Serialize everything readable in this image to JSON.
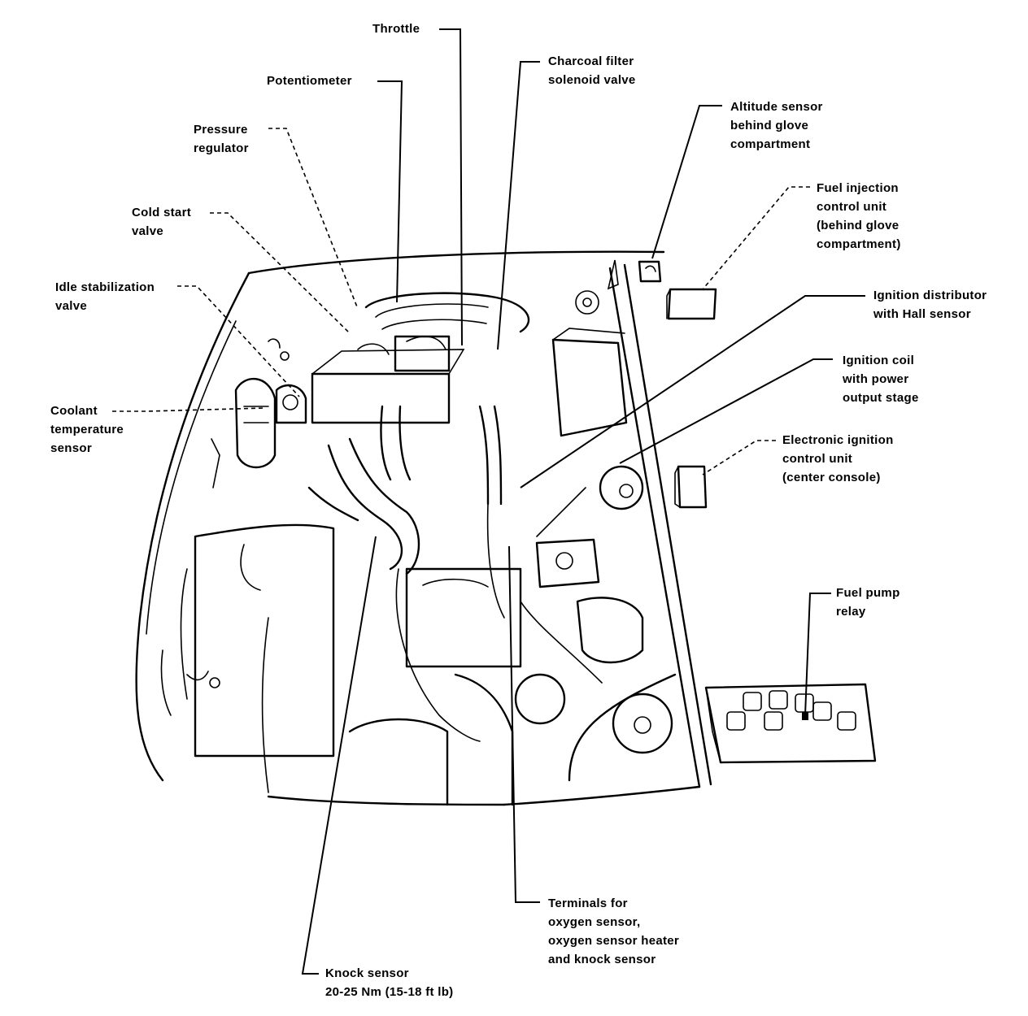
{
  "labels": {
    "throttle": "Throttle",
    "charcoal_filter": "Charcoal filter\nsolenoid valve",
    "potentiometer": "Potentiometer",
    "altitude_sensor": "Altitude sensor\nbehind glove\ncompartment",
    "pressure_regulator": "Pressure\nregulator",
    "fuel_injection_unit": "Fuel injection\ncontrol unit\n(behind glove\ncompartment)",
    "cold_start_valve": "Cold start\nvalve",
    "idle_stabilization": "Idle stabilization\nvalve",
    "ignition_distributor": "Ignition distributor\nwith Hall sensor",
    "ignition_coil": "Ignition coil\nwith power\noutput stage",
    "coolant_sensor": "Coolant\ntemperature\nsensor",
    "electronic_ignition": "Electronic ignition\ncontrol unit\n(center console)",
    "fuel_pump_relay": "Fuel pump\nrelay",
    "terminals": "Terminals for\noxygen sensor,\noxygen sensor heater\nand knock sensor",
    "knock_sensor": "Knock sensor\n20-25 Nm (15-18 ft lb)"
  },
  "colors": {
    "ink": "#000000",
    "paper": "#ffffff"
  }
}
